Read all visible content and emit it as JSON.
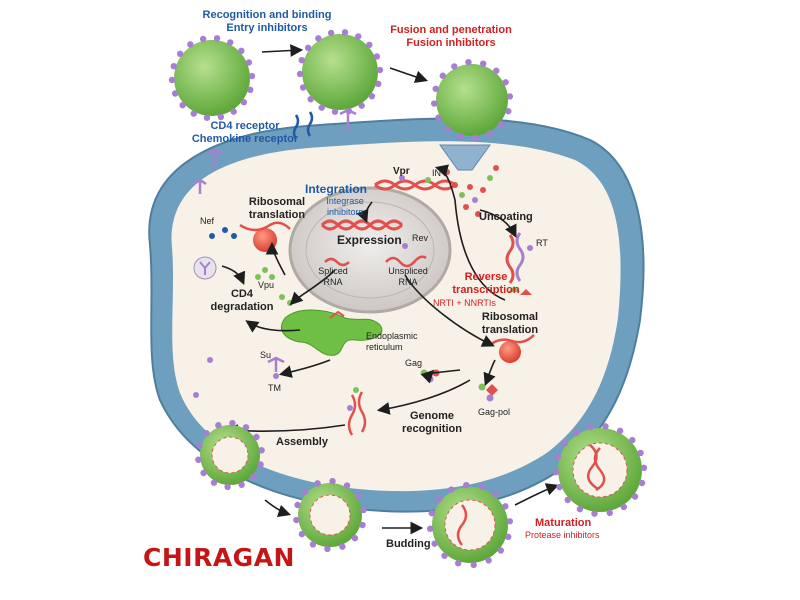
{
  "colors": {
    "cell_fill": "#f7f1e7",
    "membrane": "#6f9fbe",
    "nucleus": "#d6d2cf",
    "virion": "#7fc05a",
    "knob": "#a77fd0",
    "rna_red": "#e2504d",
    "arrow": "#1e1e1e",
    "er_green": "#6fbf45",
    "blue_text": "#1f5aa6",
    "red_text": "#d42020"
  },
  "labels": {
    "recognition": [
      "Recognition and binding",
      "Entry inhibitors"
    ],
    "fusion": [
      "Fusion and penetration",
      "Fusion inhibitors"
    ],
    "receptors": [
      "CD4 receptor",
      "Chemokine receptor"
    ],
    "vpr": "Vpr",
    "in": "IN",
    "integration": "Integration",
    "integrase": [
      "Integrase",
      "inhibitors"
    ],
    "expression": "Expression",
    "rev": "Rev",
    "spliced": [
      "Spliced",
      "RNA"
    ],
    "unspliced": [
      "Unspliced",
      "RNA"
    ],
    "uncoating": "Uncoating",
    "rt": "RT",
    "reverse": [
      "Reverse",
      "transcription"
    ],
    "nrti": "NRTI + NNRTIs",
    "ribo1": [
      "Ribosomal",
      "translation"
    ],
    "nef": "Nef",
    "vpu": "Vpu",
    "cd4deg": [
      "CD4",
      "degradation"
    ],
    "er": [
      "Endoplasmic",
      "reticulum"
    ],
    "ribo2": [
      "Ribosomal",
      "translation"
    ],
    "su": "Su",
    "tm": "TM",
    "gag": "Gag",
    "gagpol": "Gag-pol",
    "genome": [
      "Genome",
      "recognition"
    ],
    "assembly": "Assembly",
    "budding": "Budding",
    "maturation": "Maturation",
    "protease": "Protease inhibitors"
  },
  "watermark": "CHIRAGAN"
}
